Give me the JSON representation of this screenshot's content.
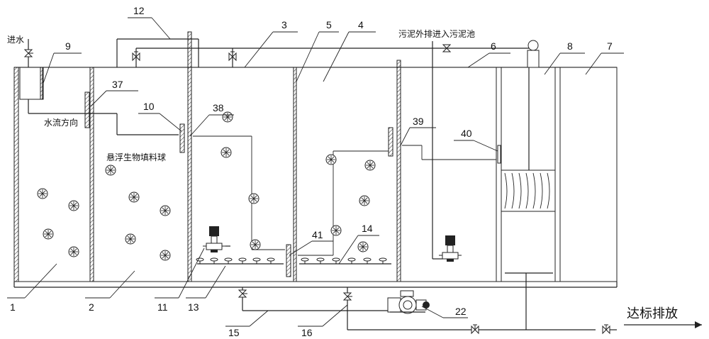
{
  "annotations": {
    "inlet": "进水",
    "flow_direction": "水流方向",
    "filler_balls": "悬浮生物填料球",
    "sludge_discharge": "污泥外排进入污泥池",
    "discharge": "达标排放"
  },
  "labels": [
    "1",
    "2",
    "3",
    "4",
    "5",
    "6",
    "7",
    "8",
    "9",
    "10",
    "11",
    "12",
    "13",
    "14",
    "15",
    "16",
    "22",
    "37",
    "38",
    "39",
    "40",
    "41"
  ]
}
